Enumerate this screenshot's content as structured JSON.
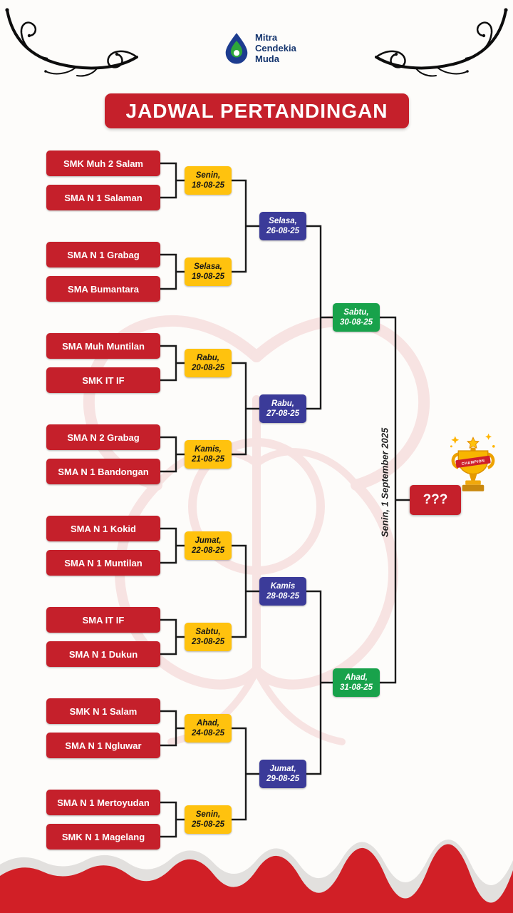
{
  "header": {
    "logo_lines": [
      "Mitra",
      "Cendekia",
      "Muda"
    ],
    "title": "JADWAL PERTANDINGAN"
  },
  "bracket": {
    "round1": [
      {
        "team1": "SMK Muh 2 Salam",
        "team2": "SMA N 1 Salaman",
        "day": "Senin,",
        "date": "18-08-25"
      },
      {
        "team1": "SMA N 1 Grabag",
        "team2": "SMA Bumantara",
        "day": "Selasa,",
        "date": "19-08-25"
      },
      {
        "team1": "SMA Muh Muntilan",
        "team2": "SMK IT IF",
        "day": "Rabu,",
        "date": "20-08-25"
      },
      {
        "team1": "SMA N 2 Grabag",
        "team2": "SMA N 1 Bandongan",
        "day": "Kamis,",
        "date": "21-08-25"
      },
      {
        "team1": "SMA N 1 Kokid",
        "team2": "SMA N 1 Muntilan",
        "day": "Jumat,",
        "date": "22-08-25"
      },
      {
        "team1": "SMA IT IF",
        "team2": "SMA N 1 Dukun",
        "day": "Sabtu,",
        "date": "23-08-25"
      },
      {
        "team1": "SMK N 1 Salam",
        "team2": "SMA N 1 Ngluwar",
        "day": "Ahad,",
        "date": "24-08-25"
      },
      {
        "team1": "SMA N 1 Mertoyudan",
        "team2": "SMK N 1 Magelang",
        "day": "Senin,",
        "date": "25-08-25"
      }
    ],
    "round2": [
      {
        "day": "Selasa,",
        "date": "26-08-25"
      },
      {
        "day": "Rabu,",
        "date": "27-08-25"
      },
      {
        "day": "Kamis",
        "date": "28-08-25"
      },
      {
        "day": "Jumat,",
        "date": "29-08-25"
      }
    ],
    "semifinal": [
      {
        "day": "Sabtu,",
        "date": "30-08-25"
      },
      {
        "day": "Ahad,",
        "date": "31-08-25"
      }
    ],
    "final": {
      "schedule": "Senin, 1 September 2025",
      "winner_placeholder": "???",
      "trophy_ribbon": "CHAMPION"
    }
  },
  "icons": {
    "logo": "water-drop-swirl",
    "trophy": "champion-trophy",
    "corner_ornament": "calligraphic-swirl"
  },
  "colors": {
    "banner": "#c5202b",
    "team_box": "#c5202b",
    "round1_badge": "#ffc20e",
    "round2_badge": "#3b3b99",
    "semifinal_badge": "#18a24b"
  }
}
